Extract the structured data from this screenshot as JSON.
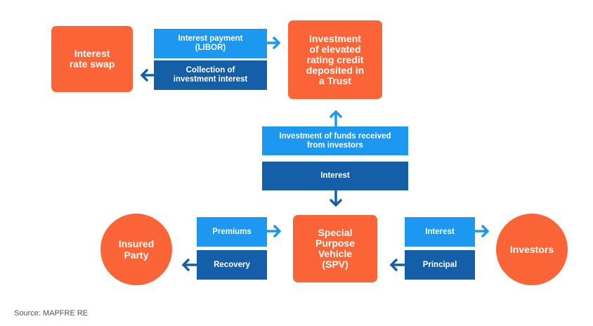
{
  "nodes": {
    "swap": "Interest\nrate swap",
    "trust": "Investment\nof elevated\nrating credit\ndeposited in\na Trust",
    "spv": "Special\nPurpose\nVehicle\n(SPV)",
    "insured": "Insured\nParty",
    "investors": "Investors"
  },
  "flows": {
    "interest_payment": "Interest payment\n(LIBOR)",
    "collection_interest": "Collection of\ninvestment interest",
    "investment_funds": "Investment of funds received\nfrom investors",
    "interest_center": "Interest",
    "premiums": "Premiums",
    "recovery": "Recovery",
    "interest_right": "Interest",
    "principal": "Principal"
  },
  "colors": {
    "orange": "#fb6436",
    "light_blue": "#1d98f0",
    "dark_blue": "#155fa8"
  },
  "source": "Source: MAPFRE RE"
}
